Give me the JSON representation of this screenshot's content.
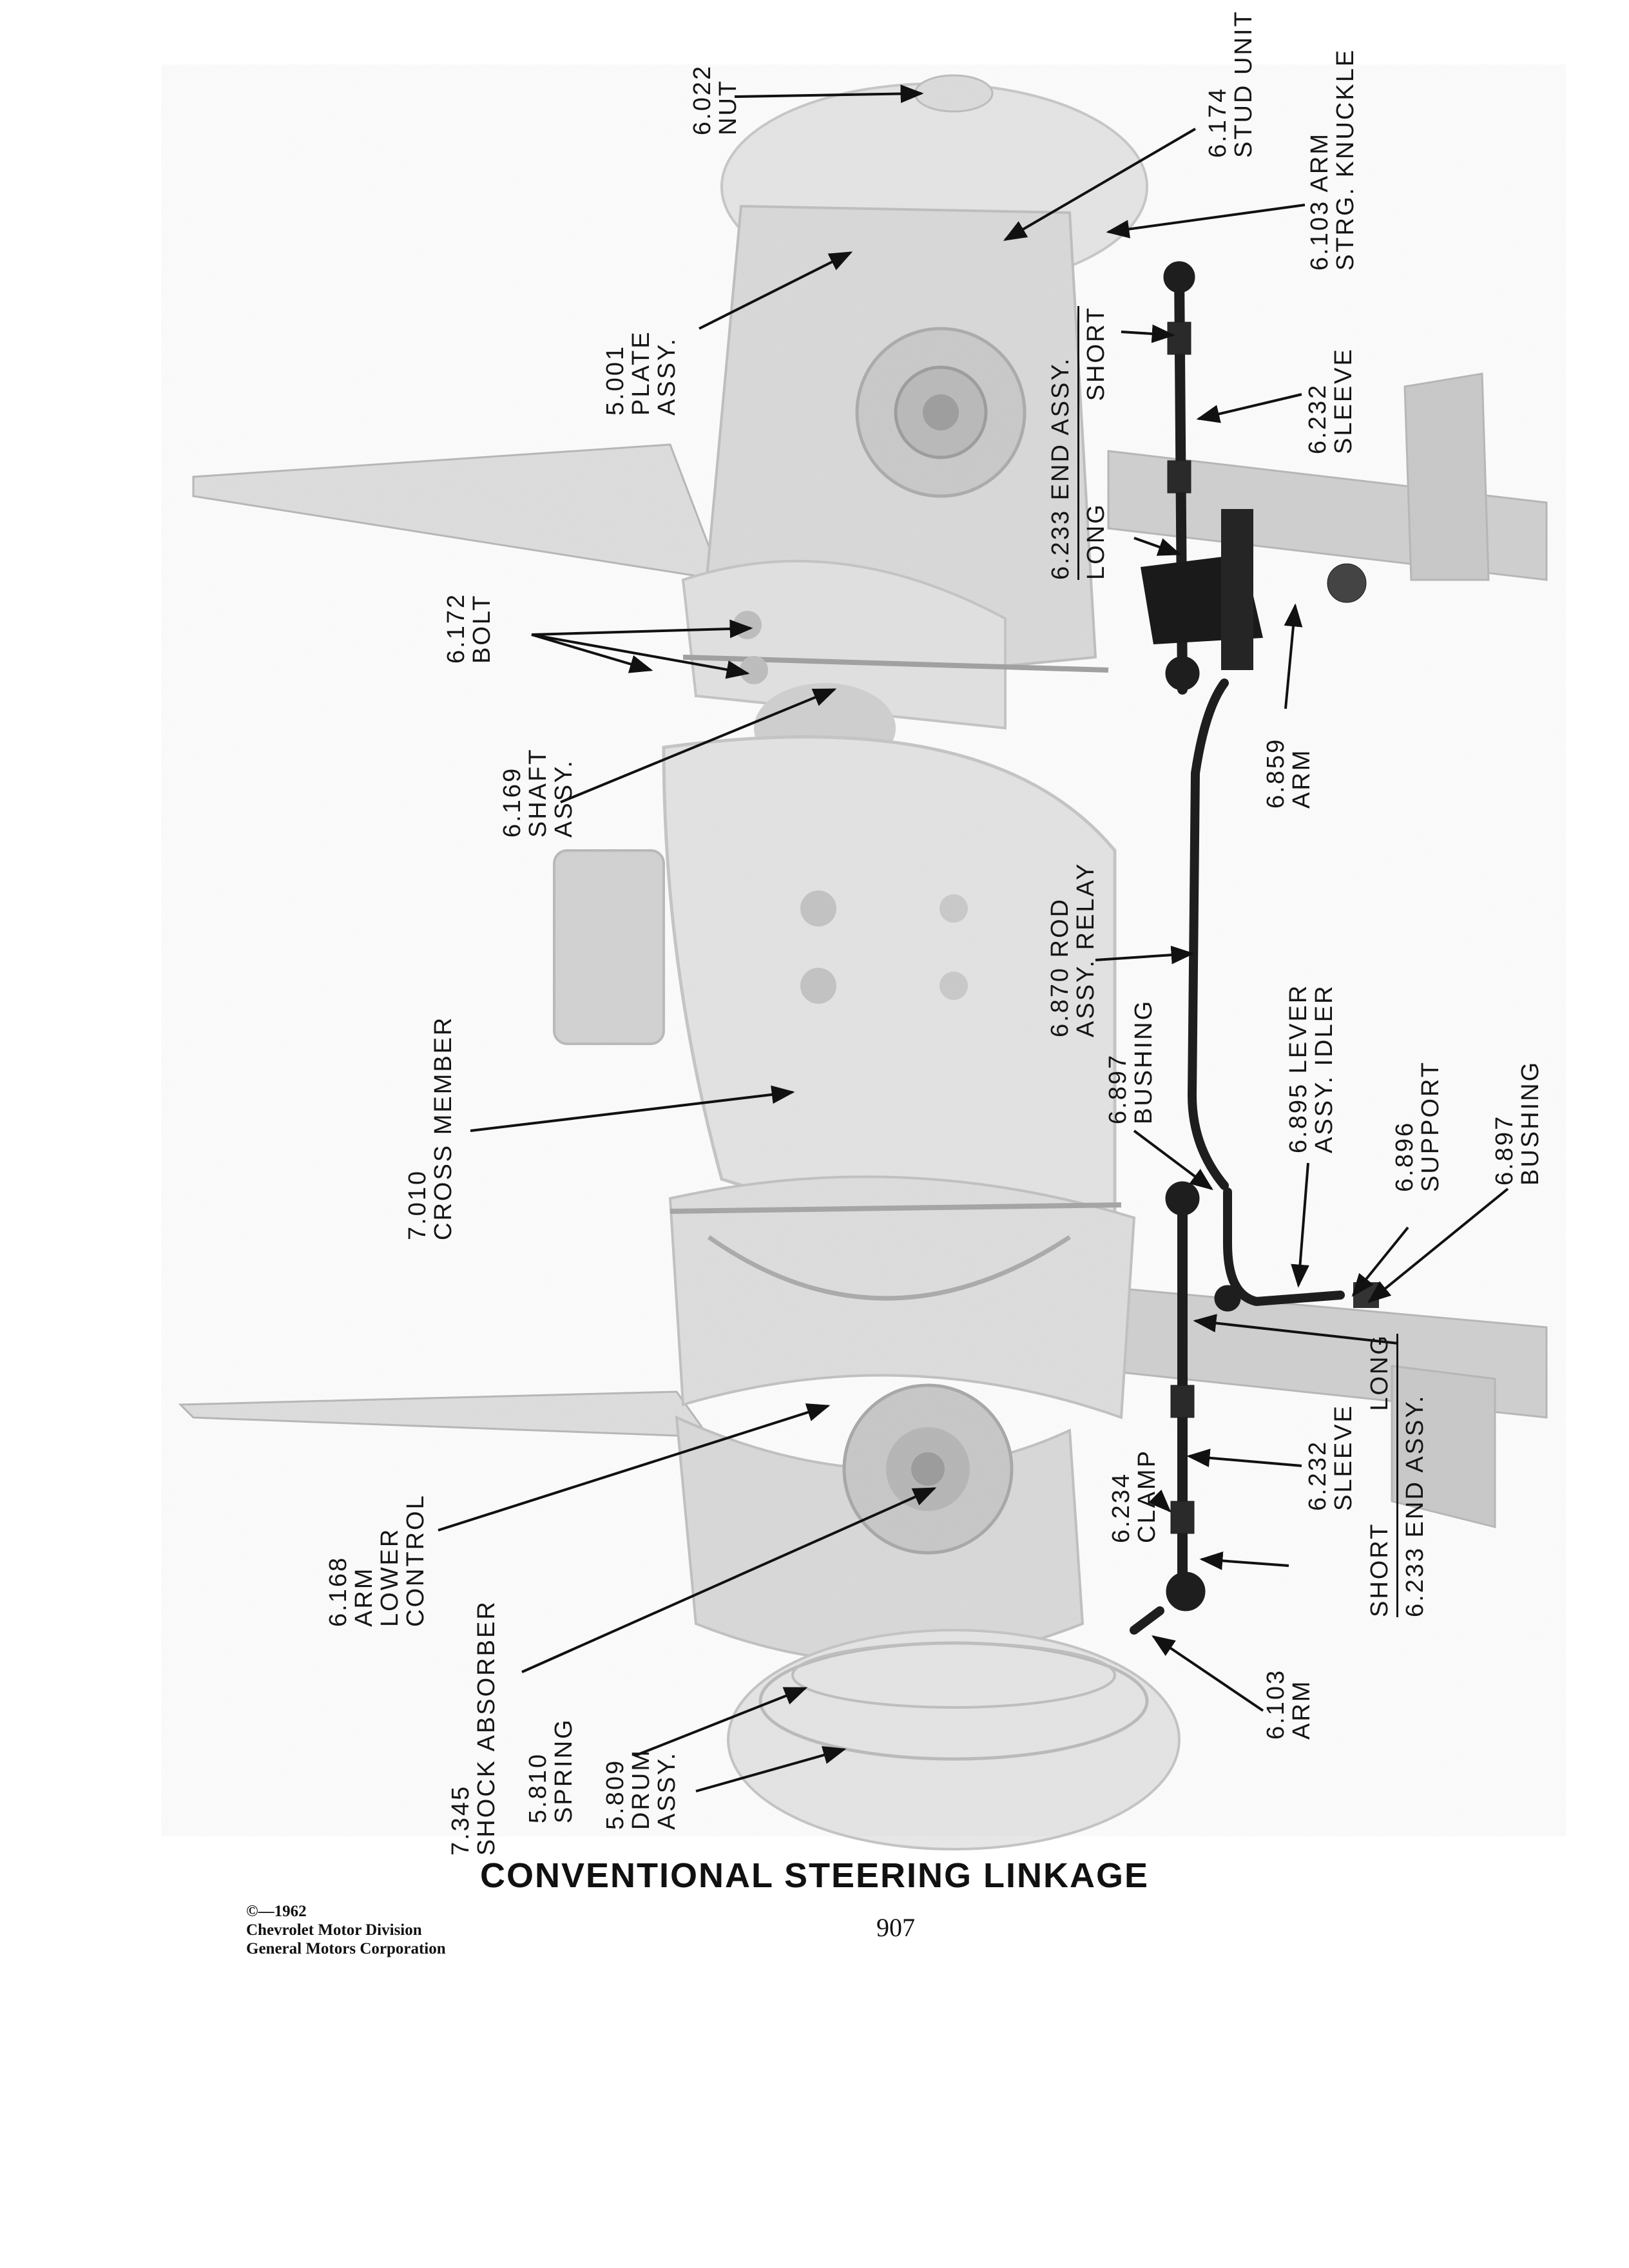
{
  "caption": "CONVENTIONAL STEERING LINKAGE",
  "copyright": {
    "line1": "©—1962",
    "line2": "Chevrolet Motor Division",
    "line3": "General Motors Corporation"
  },
  "page_number": "907",
  "labels": {
    "nut": {
      "code": "6.022",
      "name": "NUT"
    },
    "stud_unit": {
      "code": "6.174",
      "name": "STUD UNIT"
    },
    "arm_top": {
      "code": "6.103",
      "name": "ARM",
      "name2": "STRG. KNUCKLE"
    },
    "plate": {
      "code": "5.001",
      "name": "PLATE",
      "name2": "ASSY."
    },
    "sleeve_top": {
      "code": "6.232",
      "name": "SLEEVE"
    },
    "bolt": {
      "code": "6.172",
      "name": "BOLT"
    },
    "shaft": {
      "code": "6.169",
      "name": "SHAFT",
      "name2": "ASSY."
    },
    "arm_mid": {
      "code": "6.859",
      "name": "ARM"
    },
    "relay_rod": {
      "code": "6.870",
      "name": "ROD",
      "name2": "ASSY. RELAY"
    },
    "cross": {
      "code": "7.010",
      "name": "CROSS MEMBER"
    },
    "bushing_l": {
      "code": "6.897",
      "name": "BUSHING"
    },
    "idler": {
      "code": "6.895",
      "name": "LEVER",
      "name2": "ASSY. IDLER"
    },
    "support": {
      "code": "6.896",
      "name": "SUPPORT"
    },
    "bushing_r": {
      "code": "6.897",
      "name": "BUSHING"
    },
    "lower_arm": {
      "code": "6.168",
      "name": "ARM",
      "name2": "LOWER",
      "name3": "CONTROL"
    },
    "clamp": {
      "code": "6.234",
      "name": "CLAMP"
    },
    "sleeve_bot": {
      "code": "6.232",
      "name": "SLEEVE"
    },
    "shock": {
      "code": "7.345",
      "name": "SHOCK ABSORBER"
    },
    "spring": {
      "code": "5.810",
      "name": "SPRING"
    },
    "drum": {
      "code": "5.809",
      "name": "DRUM",
      "name2": "ASSY."
    },
    "arm_bot": {
      "code": "6.103",
      "name": "ARM"
    }
  },
  "end_assy_top": {
    "title": "6.233 END ASSY.",
    "long": "LONG",
    "short": "SHORT"
  },
  "end_assy_bot": {
    "title": "6.233 END ASSY.",
    "long": "LONG",
    "short": "SHORT"
  }
}
